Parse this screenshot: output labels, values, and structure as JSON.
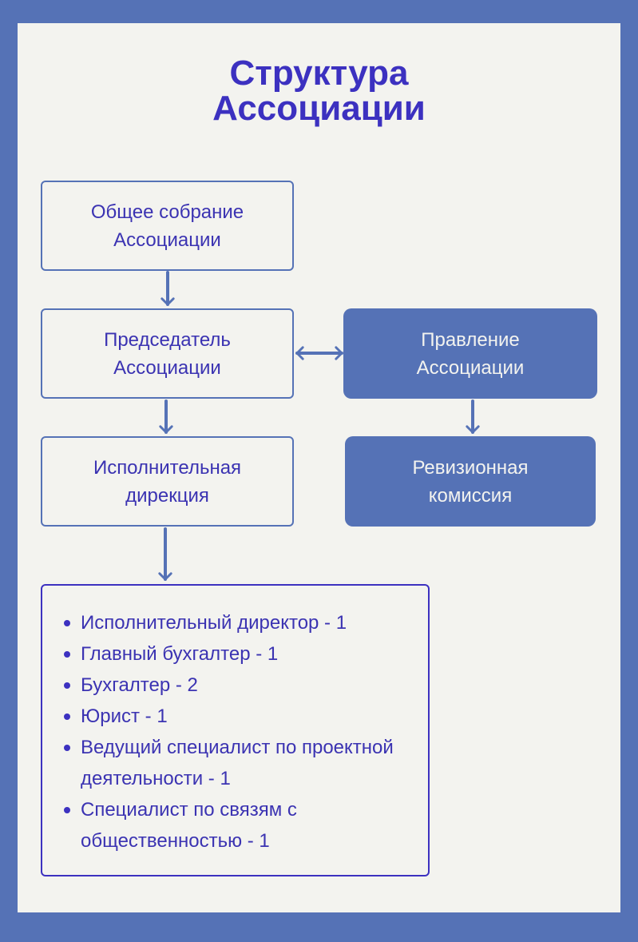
{
  "title": {
    "line1": "Структура",
    "line2": "Ассоциации"
  },
  "boxes": {
    "general_meeting": {
      "line1": "Общее собрание",
      "line2": "Ассоциации"
    },
    "chairman": {
      "line1": "Председатель",
      "line2": "Ассоциации"
    },
    "board": {
      "line1": "Правление",
      "line2": "Ассоциации"
    },
    "executive": {
      "line1": "Исполнительная",
      "line2": "дирекция"
    },
    "audit": {
      "line1": "Ревизионная",
      "line2": "комиссия"
    }
  },
  "staff_list": [
    {
      "text": "Исполнительный директор - 1"
    },
    {
      "text": "Главный бухгалтер - 1"
    },
    {
      "text": "Бухгалтер - 2"
    },
    {
      "text": "Юрист - 1"
    },
    {
      "text": "Ведущий специалист по проектной деятельности - 1"
    },
    {
      "text": "Специалист по связям с общественностью - 1"
    }
  ],
  "colors": {
    "frame": "#5572b6",
    "panel": "#f3f3ef",
    "text": "#3b33b2",
    "accent": "#3c31c0"
  }
}
